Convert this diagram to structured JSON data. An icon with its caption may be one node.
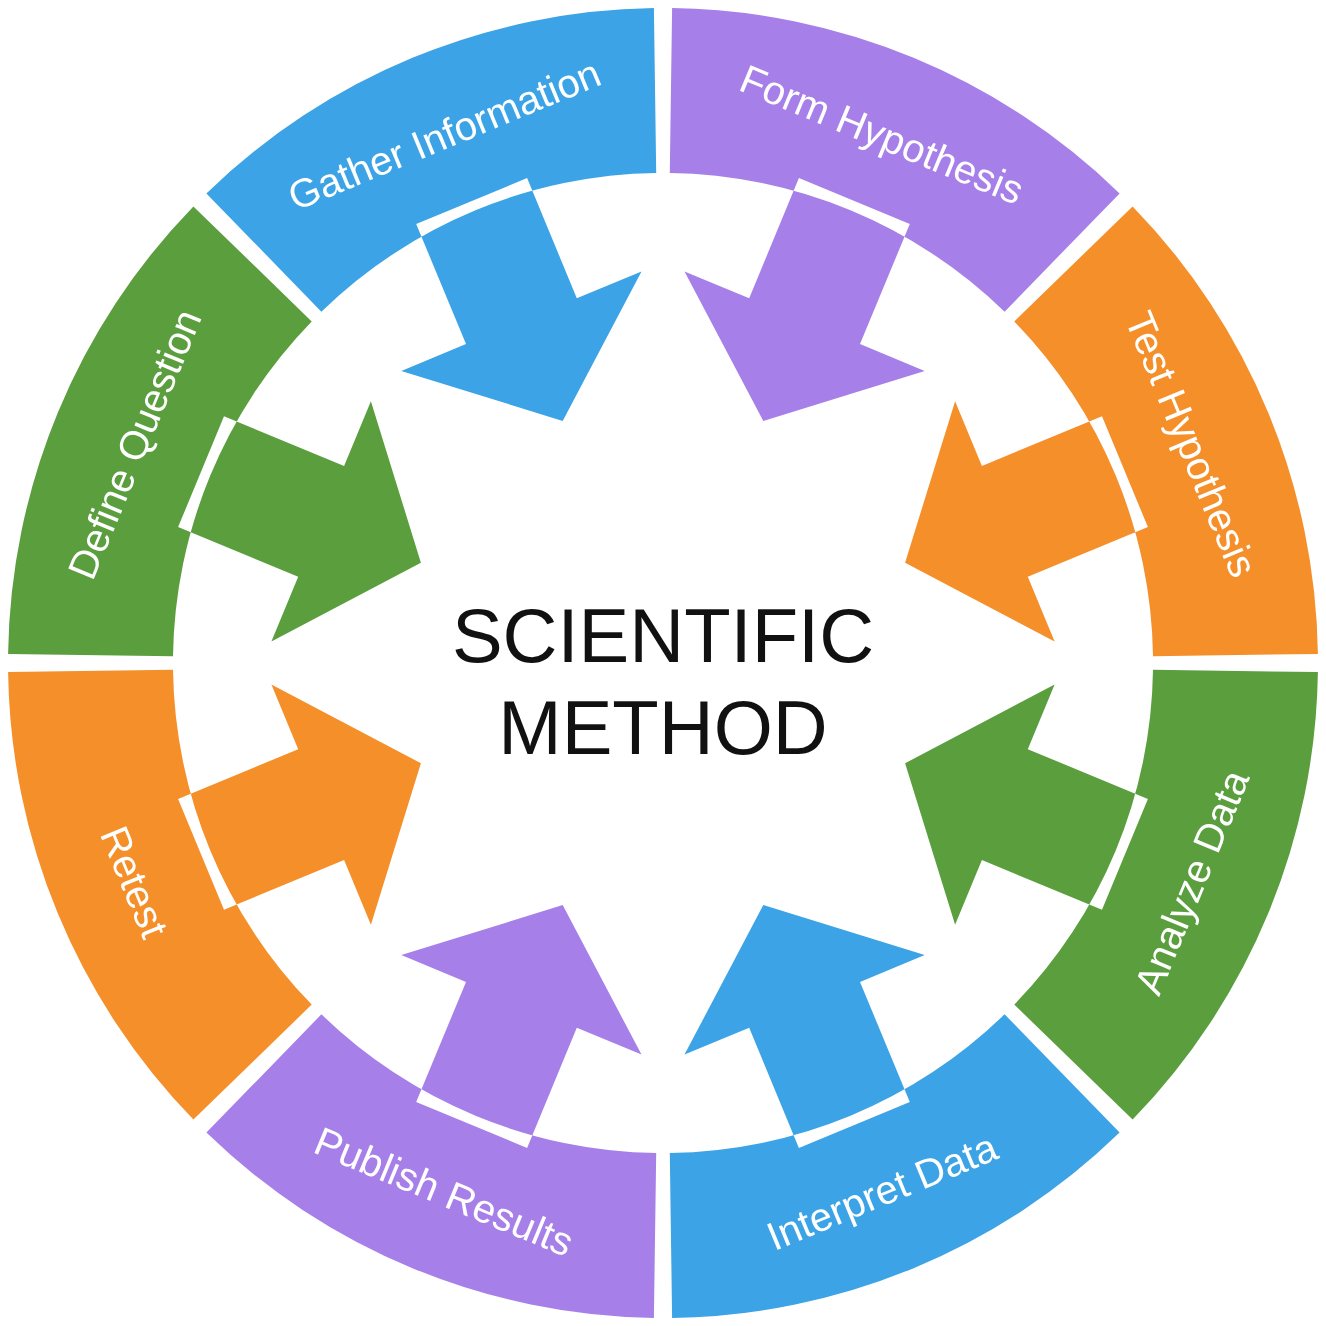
{
  "diagram": {
    "title": "SCIENTIFIC METHOD",
    "nodes": [
      {
        "text": [
          "Define Question"
        ]
      },
      {
        "text": [
          "Gather Information"
        ]
      },
      {
        "text": [
          "Form Hypothesis"
        ]
      },
      {
        "text": [
          "Test Hypothesis"
        ]
      },
      {
        "text": [
          "Analyze Data"
        ]
      },
      {
        "text": [
          "Interpret Data"
        ]
      },
      {
        "text": [
          "Publish Results"
        ]
      },
      {
        "text": [
          "Retest"
        ]
      }
    ],
    "edges": []
  }
}
